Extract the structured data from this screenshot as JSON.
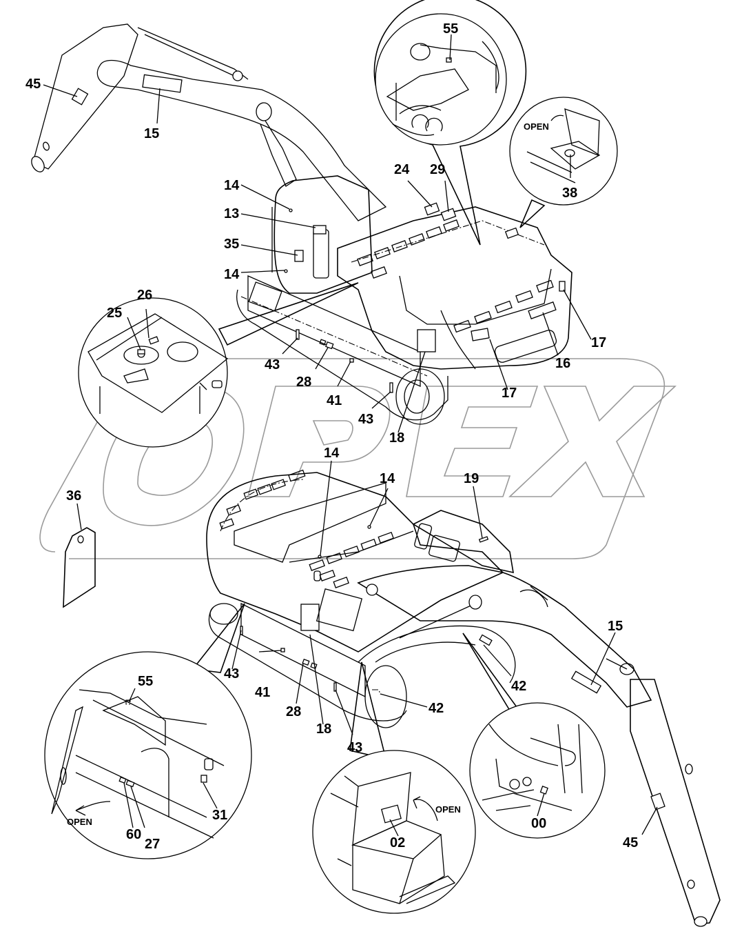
{
  "diagram": {
    "type": "parts-diagram",
    "subject": "Hydraulic excavator decal/label placement (two views with detail callouts)",
    "watermark": "OPEX",
    "open_label": "OPEN",
    "callouts_top_view": [
      {
        "id": "c-45-top",
        "label": "45"
      },
      {
        "id": "c-15-top",
        "label": "15"
      },
      {
        "id": "c-14-cab-top",
        "label": "14"
      },
      {
        "id": "c-13",
        "label": "13"
      },
      {
        "id": "c-35",
        "label": "35"
      },
      {
        "id": "c-14-cab-bottom",
        "label": "14"
      },
      {
        "id": "c-24",
        "label": "24"
      },
      {
        "id": "c-29",
        "label": "29"
      },
      {
        "id": "c-55-engine",
        "label": "55"
      },
      {
        "id": "c-38",
        "label": "38"
      },
      {
        "id": "c-26",
        "label": "26"
      },
      {
        "id": "c-25",
        "label": "25"
      },
      {
        "id": "c-43-top-left",
        "label": "43"
      },
      {
        "id": "c-28-top",
        "label": "28"
      },
      {
        "id": "c-41-top",
        "label": "41"
      },
      {
        "id": "c-43-top-right",
        "label": "43"
      },
      {
        "id": "c-18-top",
        "label": "18"
      },
      {
        "id": "c-17-left",
        "label": "17"
      },
      {
        "id": "c-16",
        "label": "16"
      },
      {
        "id": "c-17-right",
        "label": "17"
      }
    ],
    "callouts_bottom_view": [
      {
        "id": "c-36",
        "label": "36"
      },
      {
        "id": "c-14-roof-left",
        "label": "14"
      },
      {
        "id": "c-14-roof-right",
        "label": "14"
      },
      {
        "id": "c-19",
        "label": "19"
      },
      {
        "id": "c-15-bottom",
        "label": "15"
      },
      {
        "id": "c-43-bottom-left",
        "label": "43"
      },
      {
        "id": "c-41-bottom",
        "label": "41"
      },
      {
        "id": "c-28-bottom",
        "label": "28"
      },
      {
        "id": "c-18-bottom",
        "label": "18"
      },
      {
        "id": "c-43-bottom-right",
        "label": "43"
      },
      {
        "id": "c-42-track",
        "label": "42"
      },
      {
        "id": "c-42-boom",
        "label": "42"
      },
      {
        "id": "c-55-compartment",
        "label": "55"
      },
      {
        "id": "c-31",
        "label": "31"
      },
      {
        "id": "c-60",
        "label": "60"
      },
      {
        "id": "c-27",
        "label": "27"
      },
      {
        "id": "c-02",
        "label": "02"
      },
      {
        "id": "c-00",
        "label": "00"
      },
      {
        "id": "c-45-bottom",
        "label": "45"
      }
    ]
  }
}
